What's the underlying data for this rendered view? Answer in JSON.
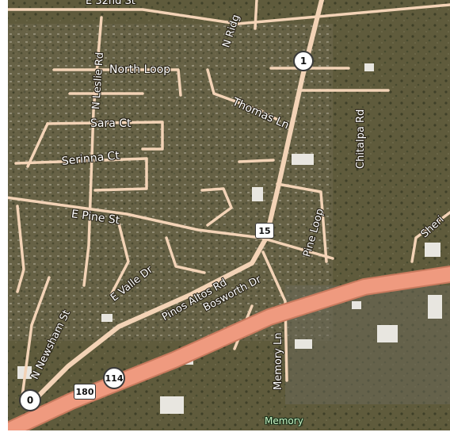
{
  "map": {
    "colors": {
      "terrain": "#5f5b3c",
      "road": "#f3d3b6",
      "highway": "#ef9a7f",
      "label_halo": "#2a2418"
    },
    "street_labels": {
      "top_cut": "E 32nd St",
      "n_ridge": "N Ridg",
      "north_loop": "North Loop",
      "n_leslie": "N Leslie Rd",
      "thomas": "Thomas Ln",
      "sara": "Sara Ct",
      "serinna": "Serinna Ct",
      "chitalpa": "Chitalpa Rd",
      "e_pine": "E Pine St",
      "pine_loop": "Pine Loop",
      "sheri": "Sheri",
      "e_valle": "E Valle Dr",
      "pinos_altos": "Pinos Altos Rd",
      "bosworth": "Bosworth Dr",
      "n_newsham": "N Newsham St",
      "memory_ln": "Memory Ln"
    },
    "shields": {
      "route_1": "1",
      "route_15": "15",
      "route_114": "114",
      "route_180": "180",
      "route_0": "0"
    },
    "poi": {
      "memory": "Memory"
    }
  }
}
